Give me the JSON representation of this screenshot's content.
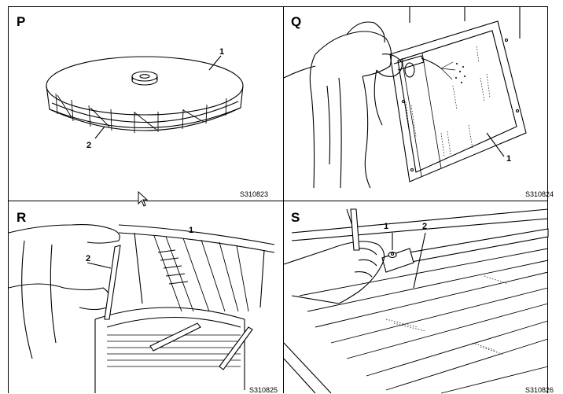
{
  "panels": [
    {
      "letter": "P",
      "code": "S310823",
      "callouts": [
        "1",
        "2"
      ]
    },
    {
      "letter": "Q",
      "code": "S310824",
      "callouts": [
        "1"
      ]
    },
    {
      "letter": "R",
      "code": "S310825",
      "callouts": [
        "1",
        "2"
      ]
    },
    {
      "letter": "S",
      "code": "S310826",
      "callouts": [
        "1",
        "2"
      ]
    }
  ]
}
